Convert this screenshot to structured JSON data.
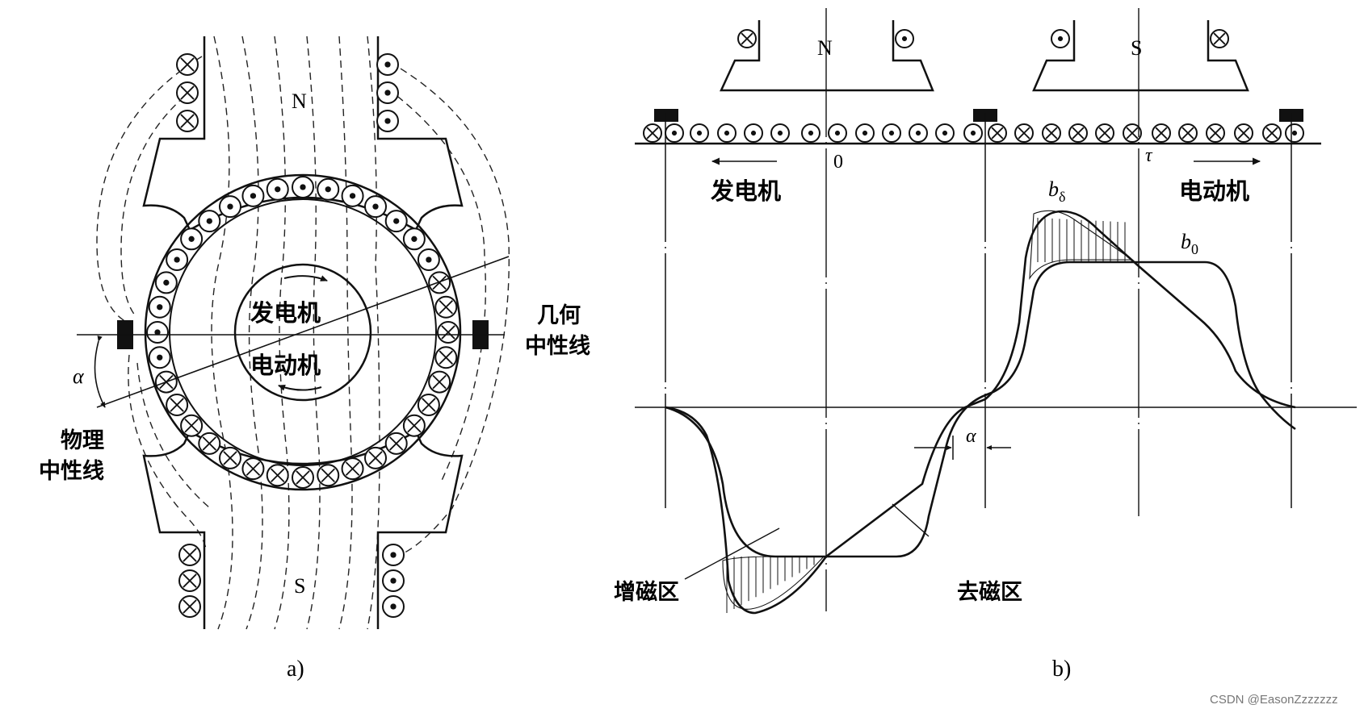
{
  "diagram": {
    "panel_a": {
      "caption": "a)",
      "pole_north": "N",
      "pole_south": "S",
      "label_generator": "发电机",
      "label_motor": "电动机",
      "label_geometric_neutral": [
        "几何",
        "中性线"
      ],
      "label_physical_neutral": [
        "物理",
        "中性线"
      ],
      "label_angle": "α"
    },
    "panel_b": {
      "caption": "b)",
      "pole_north": "N",
      "pole_south": "S",
      "label_zero": "0",
      "label_tau": "τ",
      "label_generator": "发电机",
      "label_motor": "电动机",
      "label_b_delta": "b",
      "label_b_delta_sub": "δ",
      "label_b_zero": "b",
      "label_b_zero_sub": "0",
      "label_angle": "α",
      "label_magnetizing_zone": "增磁区",
      "label_demagnetizing_zone": "去磁区"
    },
    "watermark": "CSDN @EasonZzzzzzz"
  }
}
